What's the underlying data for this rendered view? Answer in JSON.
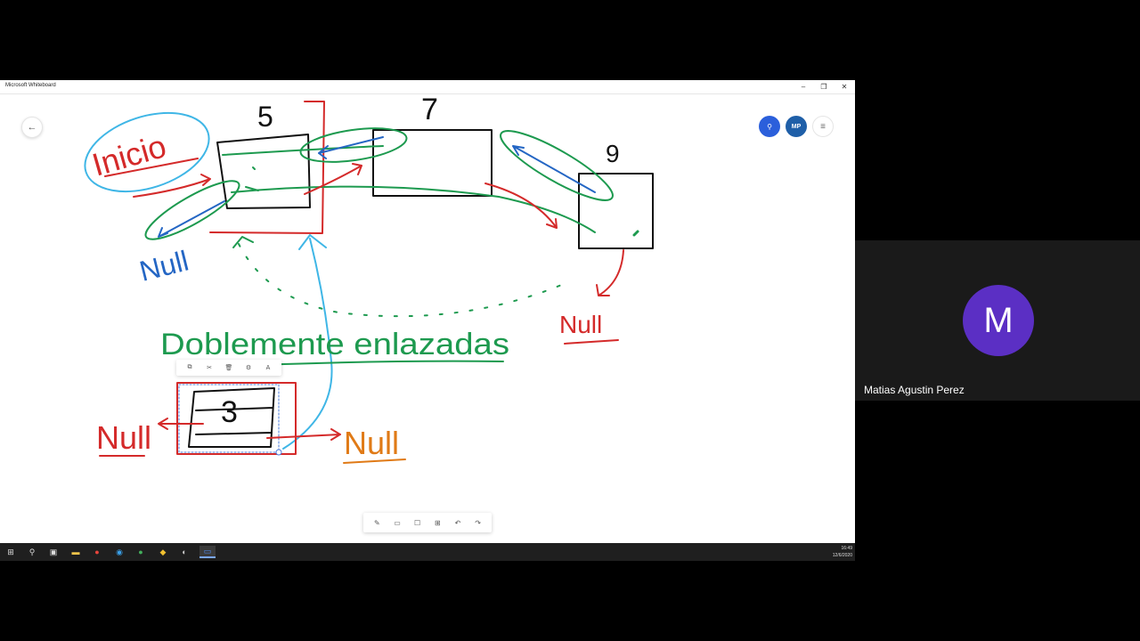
{
  "window": {
    "title": "Microsoft Whiteboard",
    "minimize_glyph": "–",
    "restore_glyph": "❐",
    "close_glyph": "✕"
  },
  "whiteboard": {
    "back_glyph": "←",
    "invite_glyph": "⚲",
    "user_initials": "MP",
    "menu_glyph": "≡",
    "selection_toolbar": [
      "⧉",
      "✂",
      "🗑",
      "⚙",
      "A"
    ],
    "bottom_toolbar": [
      "✎",
      "▭",
      "☐",
      "⊞",
      "↶",
      "↷"
    ],
    "ink_labels": {
      "inicio": "Inicio",
      "node_5": "5",
      "node_7": "7",
      "node_9": "9",
      "null_left": "Null",
      "null_right": "Null",
      "null_bottom_left": "Null",
      "null_bottom_right": "Null",
      "node_3": "3",
      "doblemente": "Doblemente enlazadas"
    },
    "colors": {
      "red": "#d42a2a",
      "green": "#1d9a4f",
      "blue": "#2466c4",
      "cyan": "#3fb6e6",
      "orange": "#e07a16",
      "black": "#111111"
    }
  },
  "taskbar": {
    "icons": [
      "windows-icon",
      "search-icon",
      "task-view-icon",
      "file-explorer-icon",
      "chrome-icon",
      "edge-icon",
      "app-icon",
      "app-icon-2",
      "app-icon-3",
      "whiteboard-icon"
    ],
    "time": "16:49",
    "date": "12/6/2020"
  },
  "participant": {
    "initial": "M",
    "name": "Matias Agustin Perez",
    "avatar_color": "#5b2fc4"
  }
}
